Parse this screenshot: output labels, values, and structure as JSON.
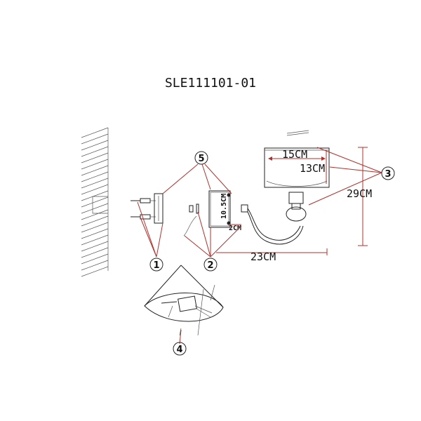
{
  "title": "SLE111101-01",
  "dimensions": {
    "shade_width": "15CM",
    "shade_height": "13CM",
    "total_height": "29CM",
    "arm_length": "23CM",
    "plate_height": "10.5CM",
    "offset": "2CM"
  },
  "callouts": {
    "c1": "1",
    "c2": "2",
    "c3": "3",
    "c4": "4",
    "c5": "5"
  },
  "colors": {
    "leader": "#b0302c",
    "ink": "#222222"
  }
}
